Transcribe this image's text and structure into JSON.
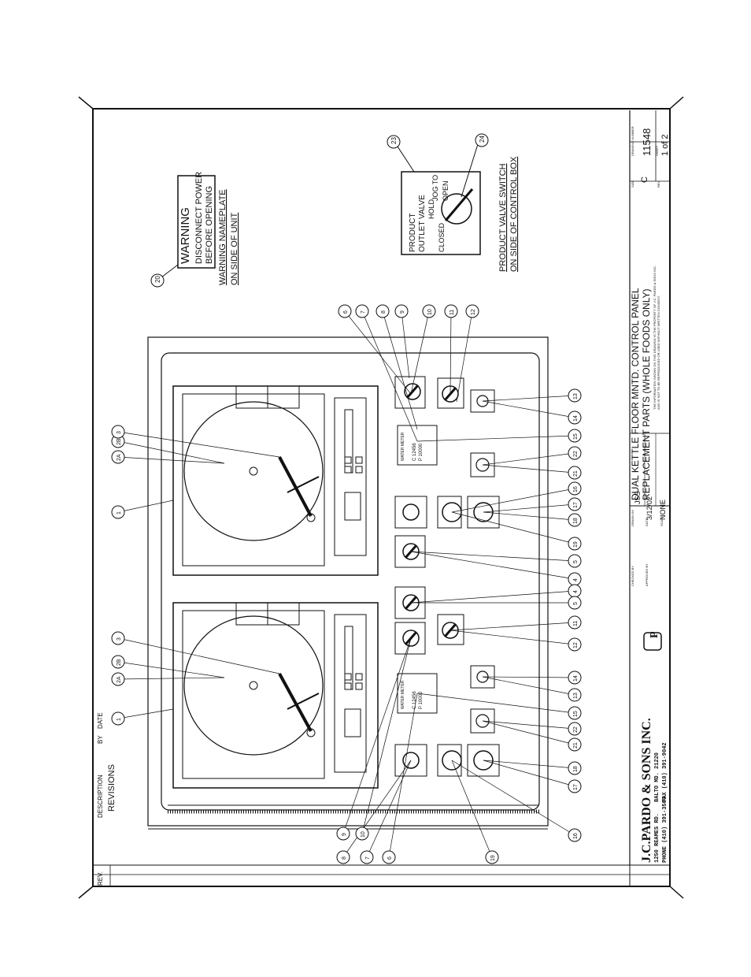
{
  "warning_plate": {
    "title": "WARNING",
    "line1": "DISCONNECT POWER",
    "line2": "BEFORE OPENING",
    "caption1": "WARNING NAMEPLATE",
    "caption2": "ON SIDE OF UNIT",
    "callout": "20"
  },
  "valve_switch": {
    "label1": "PRODUCT",
    "label2": "OUTLET VALVE",
    "closed": "CLOSED",
    "hold": "HOLD",
    "jog1": "JOG TO",
    "jog2": "OPEN",
    "caption1": "PRODUCT VALVE SWITCH",
    "caption2": "ON SIDE OF CONTROL BOX",
    "callout_box": "23",
    "callout_knob": "24"
  },
  "panel_labels": {
    "water_meter": "WATER METER",
    "meter_line1": "C   12456",
    "meter_line2": "P   10000"
  },
  "callouts": {
    "top_row": [
      "6",
      "7",
      "8",
      "9",
      "10",
      "11",
      "12"
    ],
    "right_row": [
      "13",
      "14",
      "15",
      "22",
      "21",
      "16",
      "17",
      "18",
      "19",
      "5",
      "4",
      "4",
      "5",
      "11",
      "12",
      "14",
      "13",
      "15",
      "22",
      "21",
      "18",
      "17",
      "16"
    ],
    "left_row": [
      "8",
      "7",
      "6",
      "19",
      "10",
      "9"
    ],
    "chart_upper": [
      "1",
      "2A",
      "2B",
      "3"
    ],
    "chart_lower": [
      "1",
      "2A",
      "2B",
      "3"
    ]
  },
  "title_block": {
    "company": "J.C.PARDO & SONS INC.",
    "address1": "1250 REAMES RD.",
    "city": "BALTO MD. 21220",
    "phone": "PHONE (410) 391-3500",
    "fax": "FAX (410) 391-9042",
    "title1": "DUAL KETTLE FLOOR MNTD. CONTROL PANEL",
    "title2": "REPLACEMENT PARTS (WHOLE FOODS ONLY)",
    "drawn_by_label": "DRAWN BY",
    "drawn_by": "JSS",
    "date_label": "DATE",
    "date": "3/12/02",
    "scale_label": "SCALE",
    "scale": "NONE",
    "checked_label": "CHECKED BY",
    "approved_label": "APPROVED BY",
    "size_label": "SIZE",
    "size": "C",
    "rev_label": "REV",
    "drawing_number_label": "DRAWING NUMBER",
    "drawing_number": "11548",
    "sheet_label": "SHEET",
    "sheet": "1 of 2"
  },
  "revisions": {
    "rev_col": "REV.",
    "description_col": "DESCRIPTION",
    "by_col": "BY",
    "date_col": "DATE",
    "title": "REVISIONS"
  }
}
